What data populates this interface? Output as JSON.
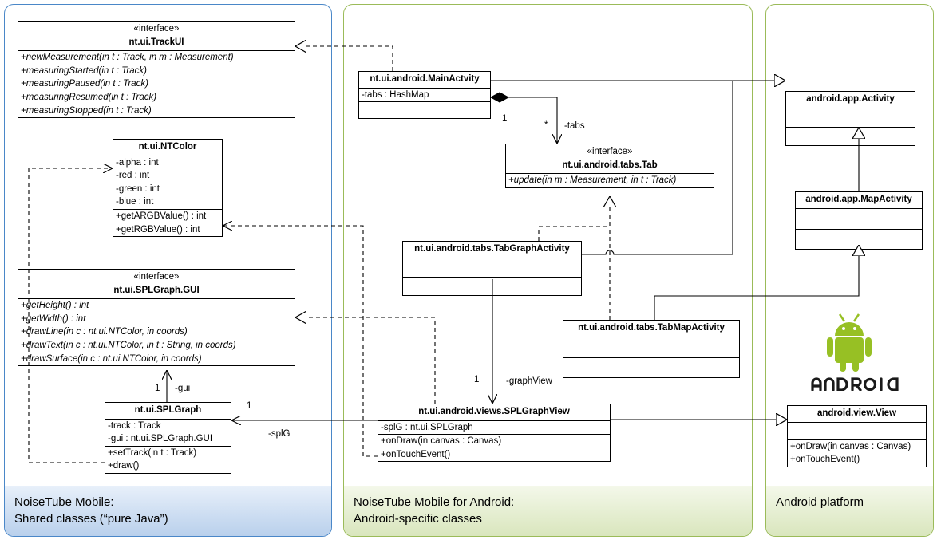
{
  "packages": [
    {
      "id": "shared",
      "label": "NoiseTube Mobile:\nShared classes (“pure Java”)"
    },
    {
      "id": "android",
      "label": "NoiseTube Mobile for Android:\nAndroid-specific classes"
    },
    {
      "id": "platform",
      "label": "Android platform"
    }
  ],
  "classes": {
    "trackui": {
      "stereotype": "«interface»",
      "name": "nt.ui.TrackUI",
      "attributes": [],
      "operations": [
        "+newMeasurement(in t : Track, in m : Measurement)",
        "+measuringStarted(in t : Track)",
        "+measuringPaused(in t : Track)",
        "+measuringResumed(in t : Track)",
        "+measuringStopped(in t : Track)"
      ]
    },
    "ntcolor": {
      "name": "nt.ui.NTColor",
      "attributes": [
        "-alpha : int",
        "-red : int",
        "-green : int",
        "-blue : int"
      ],
      "operations": [
        "+getARGBValue() : int",
        "+getRGBValue() : int"
      ]
    },
    "gui": {
      "stereotype": "«interface»",
      "name": "nt.ui.SPLGraph.GUI",
      "attributes": [],
      "operations": [
        "+getHeight() : int",
        "+getWidth() : int",
        "+drawLine(in c : nt.ui.NTColor, in coords)",
        "+drawText(in c : nt.ui.NTColor, in t : String, in coords)",
        "+drawSurface(in c : nt.ui.NTColor, in coords)"
      ]
    },
    "splgraph": {
      "name": "nt.ui.SPLGraph",
      "attributes": [
        "-track : Track",
        "-gui : nt.ui.SPLGraph.GUI"
      ],
      "operations": [
        "+setTrack(in t : Track)",
        "+draw()"
      ]
    },
    "mainactivity": {
      "name": "nt.ui.android.MainActvity",
      "attributes": [
        "-tabs : HashMap"
      ],
      "operations": []
    },
    "tab": {
      "stereotype": "«interface»",
      "name": "nt.ui.android.tabs.Tab",
      "attributes": [],
      "operations": [
        "+update(in m : Measurement, in t : Track)"
      ]
    },
    "tabgraph": {
      "name": "nt.ui.android.tabs.TabGraphActivity",
      "attributes": [],
      "operations": []
    },
    "tabmap": {
      "name": "nt.ui.android.tabs.TabMapActivity",
      "attributes": [],
      "operations": []
    },
    "splgraphview": {
      "name": "nt.ui.android.views.SPLGraphView",
      "attributes": [
        "-splG : nt.ui.SPLGraph"
      ],
      "operations": [
        "+onDraw(in canvas : Canvas)",
        "+onTouchEvent()"
      ]
    },
    "activity": {
      "name": "android.app.Activity",
      "attributes": [],
      "operations": []
    },
    "mapactivity": {
      "name": "android.app.MapActivity",
      "attributes": [],
      "operations": []
    },
    "view": {
      "name": "android.view.View",
      "attributes": [],
      "operations": [
        "+onDraw(in canvas : Canvas)",
        "+onTouchEvent()"
      ]
    }
  },
  "labels": {
    "tabs_mult_one": "1",
    "tabs_mult_many": "*",
    "tabs_role": "-tabs",
    "gui_mult": "1",
    "gui_role": "-gui",
    "splg_mult": "1",
    "splg_role": "-splG",
    "graphview_mult": "1",
    "graphview_role": "-graphView"
  },
  "logo": {
    "text": "android",
    "color": "#97c024"
  },
  "colors": {
    "shared_border": "#4a87c8",
    "green_border": "#9bbb59"
  }
}
